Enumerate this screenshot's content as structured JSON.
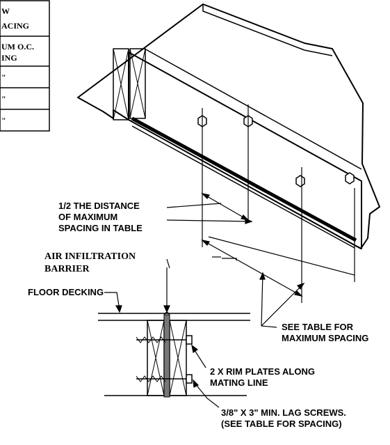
{
  "table": {
    "rows": [
      [
        "W",
        "ACING"
      ],
      [
        "UM O.C.",
        "ING"
      ],
      [
        "\""
      ],
      [
        "\""
      ],
      [
        "\""
      ]
    ]
  },
  "labels": {
    "half_distance": [
      "1/2 THE DISTANCE",
      "OF MAXIMUM",
      "SPACING IN TABLE"
    ],
    "air_barrier": [
      "AIR INFILTRATION",
      "BARRIER"
    ],
    "floor_decking": "FLOOR DECKING",
    "see_table": [
      "SEE TABLE FOR",
      "MAXIMUM SPACING"
    ],
    "rim_plates": [
      "2 X RIM PLATES ALONG",
      "MATING LINE"
    ],
    "lag_screws": [
      "3/8\" X 3\" MIN. LAG SCREWS.",
      "(SEE TABLE FOR SPACING)"
    ]
  }
}
